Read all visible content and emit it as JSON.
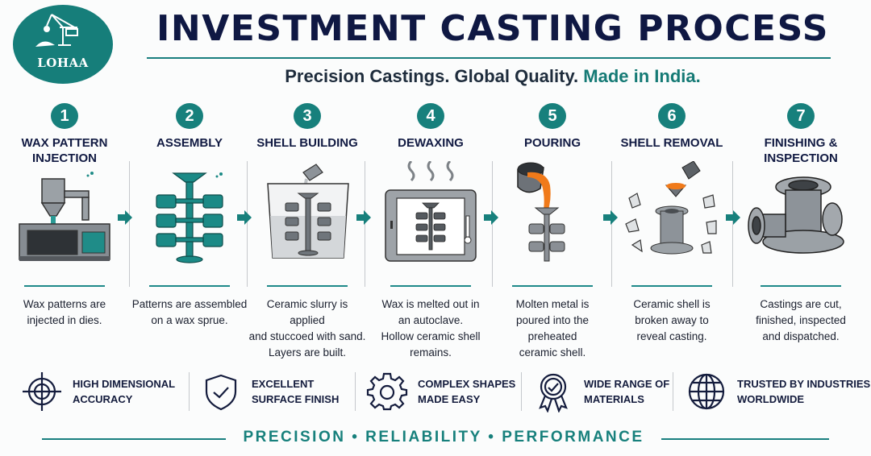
{
  "brand": {
    "name": "LOHAA",
    "color": "#167e7a"
  },
  "header": {
    "title": "INVESTMENT CASTING PROCESS",
    "subtitle_part1": "Precision Castings.  Global Quality.",
    "subtitle_part2": "Made in India."
  },
  "steps": [
    {
      "number": "1",
      "title": "WAX PATTERN\nINJECTION",
      "description": "Wax patterns are\ninjected in dies.",
      "icon": "injection-machine-icon"
    },
    {
      "number": "2",
      "title": "ASSEMBLY",
      "description": "Patterns are assembled\non a wax sprue.",
      "icon": "wax-tree-icon"
    },
    {
      "number": "3",
      "title": "SHELL BUILDING",
      "description": "Ceramic slurry is applied\nand stuccoed with sand.\nLayers are built.",
      "icon": "slurry-dip-icon"
    },
    {
      "number": "4",
      "title": "DEWAXING",
      "description": "Wax is melted out in\nan autoclave.\nHollow ceramic shell\nremains.",
      "icon": "autoclave-icon"
    },
    {
      "number": "5",
      "title": "POURING",
      "description": "Molten metal is\npoured into the\npreheated\nceramic shell.",
      "icon": "ladle-pouring-icon"
    },
    {
      "number": "6",
      "title": "SHELL REMOVAL",
      "description": "Ceramic shell is\nbroken away to\nreveal casting.",
      "icon": "shell-break-icon"
    },
    {
      "number": "7",
      "title": "FINISHING &\nINSPECTION",
      "description": "Castings are cut,\nfinished, inspected\nand dispatched.",
      "icon": "finished-casting-icon"
    }
  ],
  "features": [
    {
      "label": "HIGH DIMENSIONAL\nACCURACY",
      "icon": "crosshair-icon"
    },
    {
      "label": "EXCELLENT\nSURFACE FINISH",
      "icon": "shield-check-icon"
    },
    {
      "label": "COMPLEX SHAPES\nMADE EASY",
      "icon": "gear-icon"
    },
    {
      "label": "WIDE RANGE OF\nMATERIALS",
      "icon": "award-badge-icon"
    },
    {
      "label": "TRUSTED BY INDUSTRIES\nWORLDWIDE",
      "icon": "globe-icon"
    }
  ],
  "tagline": "PRECISION  •  RELIABILITY  •  PERFORMANCE",
  "colors": {
    "teal": "#17807c",
    "navy": "#0f1843",
    "molten": "#f07a1a",
    "steel": "#8a8f96"
  }
}
